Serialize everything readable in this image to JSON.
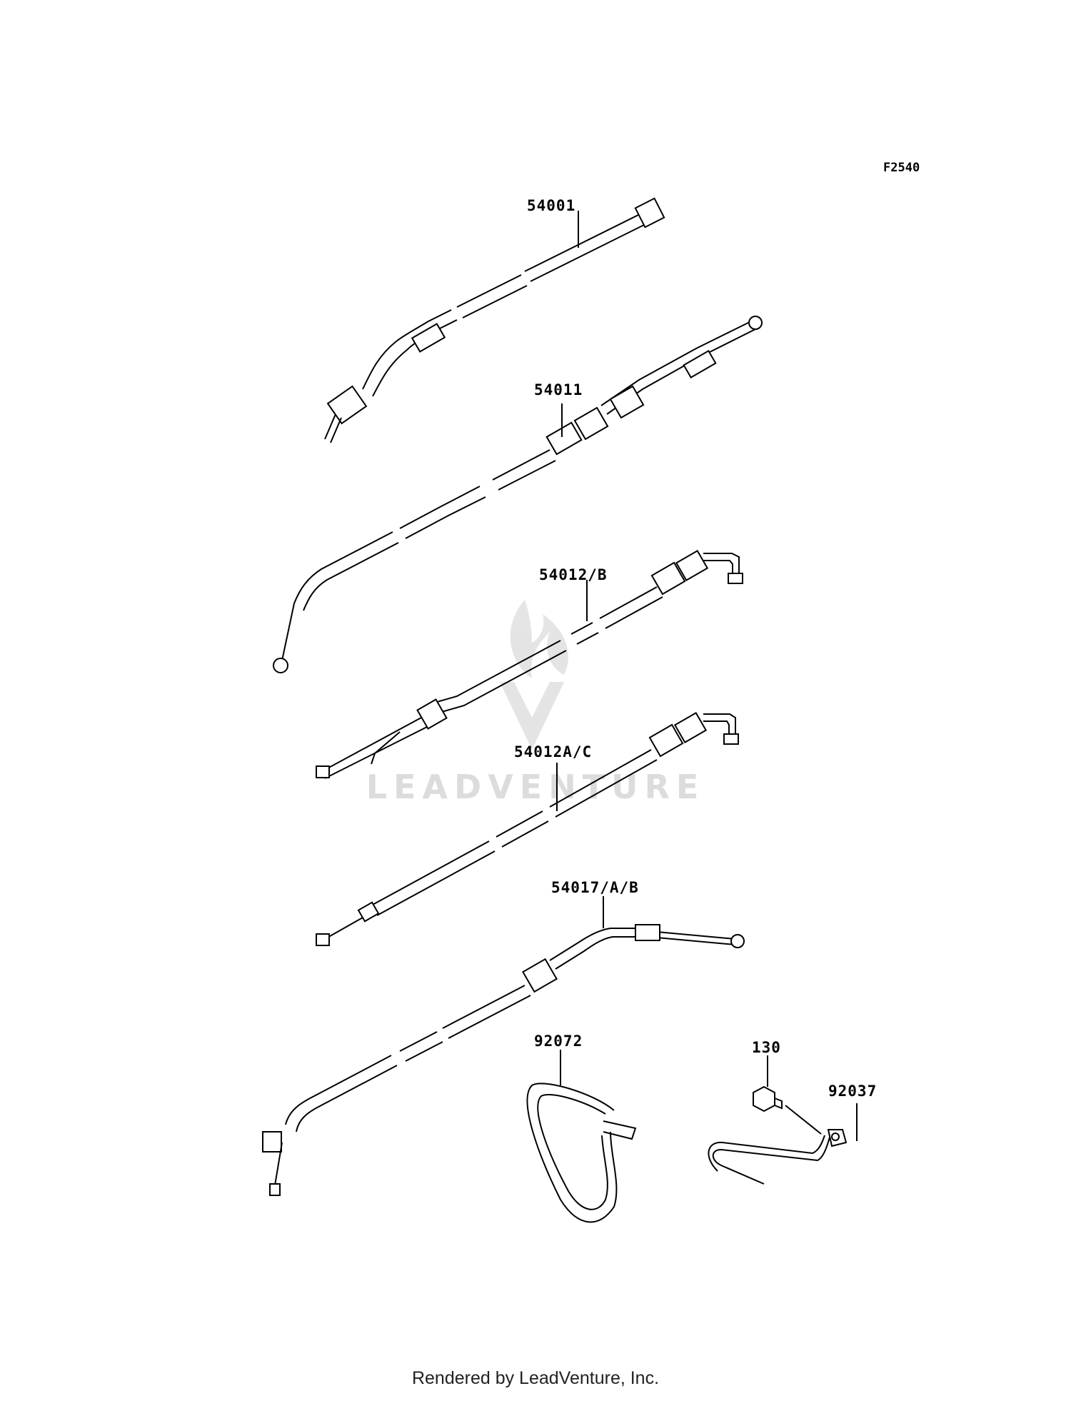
{
  "diagram_code": "F2540",
  "watermark": "LEADVENTURE",
  "footer": "Rendered by LeadVenture, Inc.",
  "parts": [
    {
      "id": "54001",
      "label": "54001"
    },
    {
      "id": "54011",
      "label": "54011"
    },
    {
      "id": "54012B",
      "label": "54012/B"
    },
    {
      "id": "54012AC",
      "label": "54012A/C"
    },
    {
      "id": "54017",
      "label": "54017/A/B"
    },
    {
      "id": "92072",
      "label": "92072"
    },
    {
      "id": "130",
      "label": "130"
    },
    {
      "id": "92037",
      "label": "92037"
    }
  ]
}
